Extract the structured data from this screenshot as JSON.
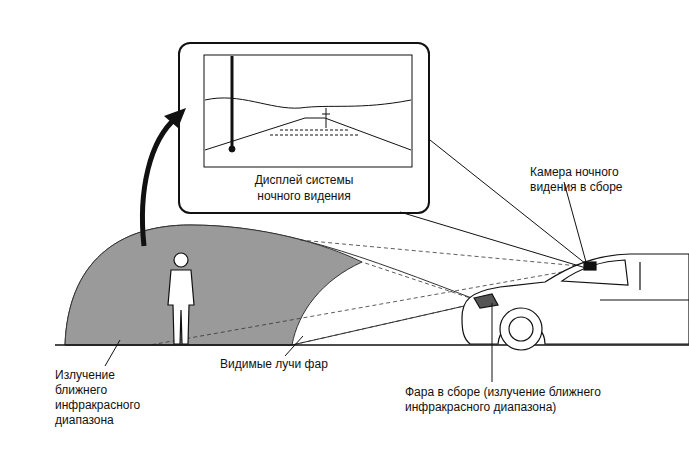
{
  "diagram": {
    "nodes": [
      {
        "text": [
          "Дисплей системы ночного видения"
        ]
      }
    ],
    "labels": [
      "Камера ночного видения в сборе",
      "Излучение ближнего инфракрасного диапазона",
      "Видимые лучи фар",
      "Фара в сборе (излучение ближнего инфракрасного диапазона)"
    ]
  }
}
